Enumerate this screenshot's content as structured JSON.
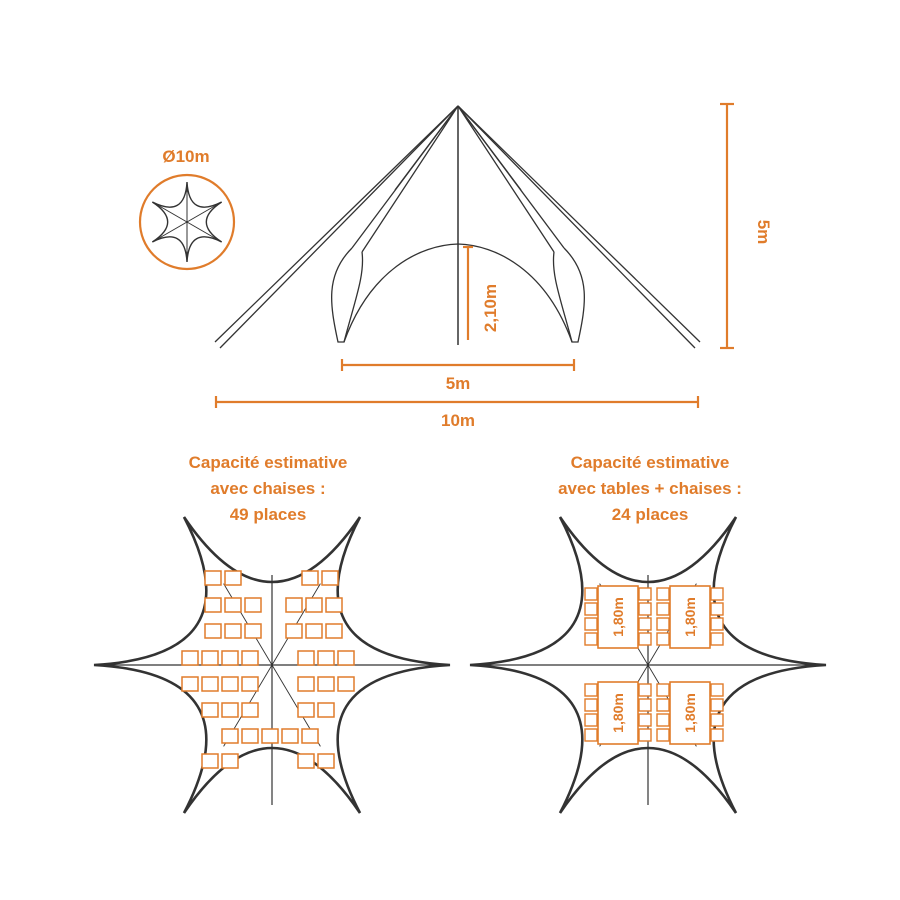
{
  "colors": {
    "accent": "#e07c2b",
    "line": "#333333"
  },
  "diagram": {
    "diameter_label": "Ø10m",
    "height_label": "5m",
    "door_height_label": "2,10m",
    "door_width_label": "5m",
    "total_width_label": "10m"
  },
  "layouts": {
    "chairs": {
      "caption": [
        "Capacité estimative",
        "avec chaises :",
        "49 places"
      ]
    },
    "tables": {
      "caption": [
        "Capacité estimative",
        "avec tables + chaises :",
        "24 places"
      ],
      "table_label": "1,80m"
    }
  }
}
